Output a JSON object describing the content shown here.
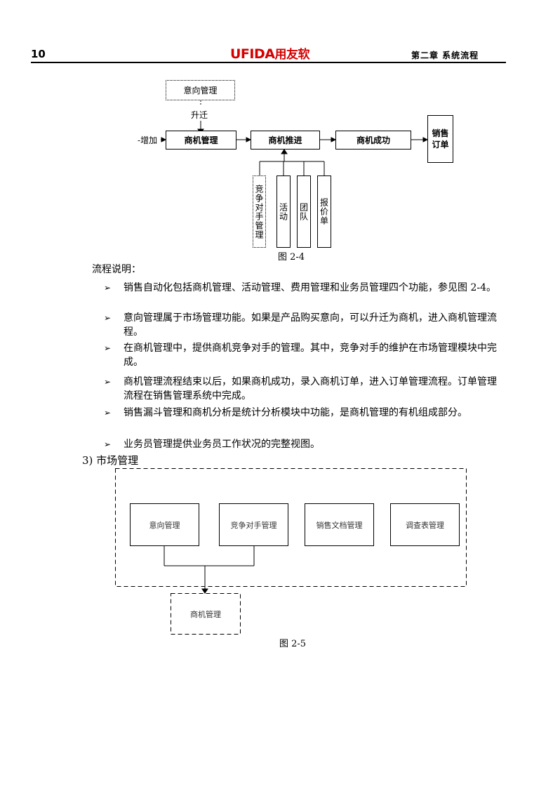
{
  "header": {
    "page_number": "10",
    "logo_brand": "UFIDA",
    "logo_cn": "用友软",
    "chapter": "第二章  系统流程"
  },
  "figure_2_4": {
    "top_box": "意向管理",
    "upgrade_label": "升迁",
    "add_label": "增加",
    "boxes": [
      "商机管理",
      "商机推进",
      "商机成功"
    ],
    "order_box": "销售订单",
    "sub_boxes": [
      "竞争对手管理",
      "活动",
      "团队",
      "报价单"
    ],
    "caption": "图 2-4"
  },
  "explanation": {
    "title": "流程说明：",
    "bullets": [
      "销售自动化包括商机管理、活动管理、费用管理和业务员管理四个功能，参见图 2-4。",
      "意向管理属于市场管理功能。如果是产品购买意向，可以升迁为商机，进入商机管理流程。",
      "在商机管理中，提供商机竞争对手的管理。其中，竞争对手的维护在市场管理模块中完成。",
      "商机管理流程结束以后，如果商机成功，录入商机订单，进入订单管理流程。订单管理流程在销售管理系统中完成。",
      "销售漏斗管理和商机分析是统计分析模块中功能，是商机管理的有机组成部分。",
      "业务员管理提供业务员工作状况的完整视图。"
    ]
  },
  "section_3": {
    "title": "3)  市场管理"
  },
  "figure_2_5": {
    "boxes": [
      "意向管理",
      "竞争对手管理",
      "销售文档管理",
      "调查表管理"
    ],
    "target_box": "商机管理",
    "caption": "图 2-5"
  }
}
